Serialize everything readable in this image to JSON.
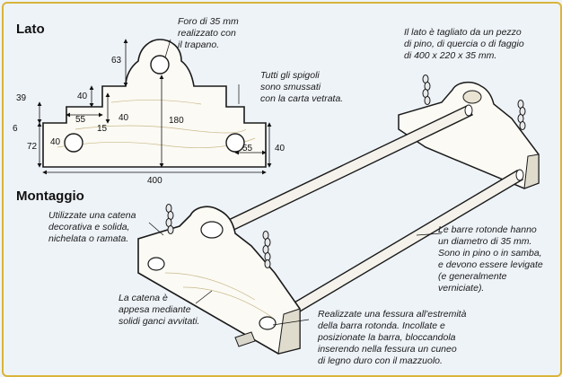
{
  "headings": {
    "side": "Lato",
    "assembly": "Montaggio"
  },
  "dimensions": {
    "d63": "63",
    "d40_top": "40",
    "d40_mid": "40",
    "d55_left": "55",
    "d15": "15",
    "d39": "39",
    "d6": "6",
    "d72": "72",
    "d40_hole": "40",
    "d180": "180",
    "d55_right": "55",
    "d40_right": "40",
    "d400": "400"
  },
  "notes": {
    "hole": "Foro di 35 mm\nrealizzato con\nil trapano.",
    "edges": "Tutti gli spigoli\nsono smussati\ncon la carta vetrata.",
    "wood": "Il lato è tagliato da un pezzo\ndi pino, di quercia o di faggio\ndi 400 x 220 x 35 mm.",
    "chain": "Utilizzate una catena\ndecorativa e solida,\nnichelata o ramata.",
    "hooks": "La catena è\nappesa mediante\nsolidi ganci avvitati.",
    "bars": "Le barre rotonde hanno\nun diametro di 35 mm.\nSono in pino o in samba,\ne devono essere levigate\n(e generalmente\nverniciate).",
    "slot": "Realizzate una fessura all'estremità\ndella barra rotonda. Incollate e\nposizionate la barra, bloccandola\ninserendo nella fessura un cuneo\ndi legno duro con il mazzuolo."
  },
  "colors": {
    "background": "#eef3f8",
    "border": "#d9b43a",
    "wood": "#fbfaf4",
    "outline": "#1a1a1a",
    "shadow": "#c9cccf"
  }
}
